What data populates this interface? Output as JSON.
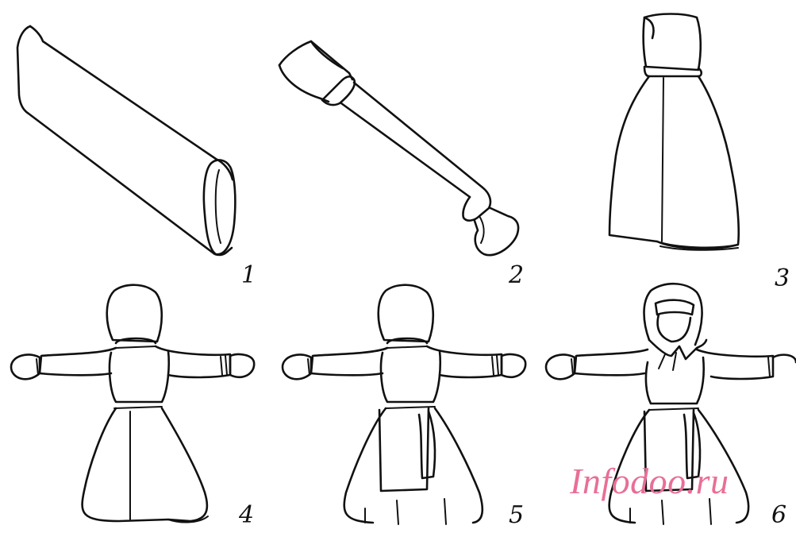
{
  "steps": [
    {
      "number": "1"
    },
    {
      "number": "2"
    },
    {
      "number": "3"
    },
    {
      "number": "4"
    },
    {
      "number": "5"
    },
    {
      "number": "6"
    }
  ],
  "watermark": "Infodoo.ru",
  "colors": {
    "line": "#111111",
    "watermark": "#e86f95",
    "background": "#ffffff"
  }
}
